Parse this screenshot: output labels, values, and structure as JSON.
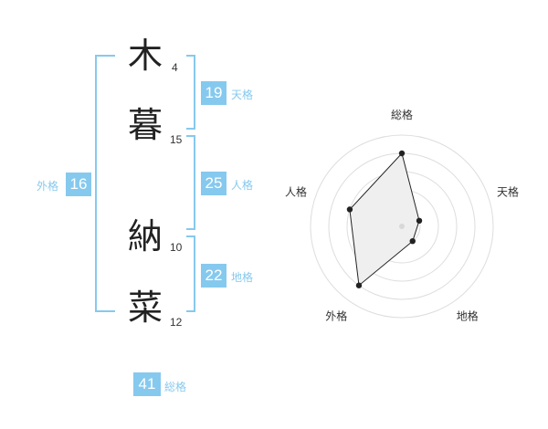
{
  "name": {
    "chars": [
      {
        "char": "木",
        "strokes": "4"
      },
      {
        "char": "暮",
        "strokes": "15"
      },
      {
        "char": "納",
        "strokes": "10"
      },
      {
        "char": "菜",
        "strokes": "12"
      }
    ]
  },
  "kaku": {
    "tenkaku": {
      "value": "19",
      "label": "天格"
    },
    "jinkaku": {
      "value": "25",
      "label": "人格"
    },
    "chikaku": {
      "value": "22",
      "label": "地格"
    },
    "gaikaku": {
      "value": "16",
      "label": "外格"
    },
    "soukaku": {
      "value": "41",
      "label": "総格"
    }
  },
  "colors": {
    "accent": "#86c9ee"
  },
  "chart_data": {
    "type": "radar",
    "axes": [
      "総格",
      "天格",
      "地格",
      "外格",
      "人格"
    ],
    "values": [
      4,
      1,
      1,
      4,
      3
    ],
    "rmax": 5,
    "rings": 5
  }
}
